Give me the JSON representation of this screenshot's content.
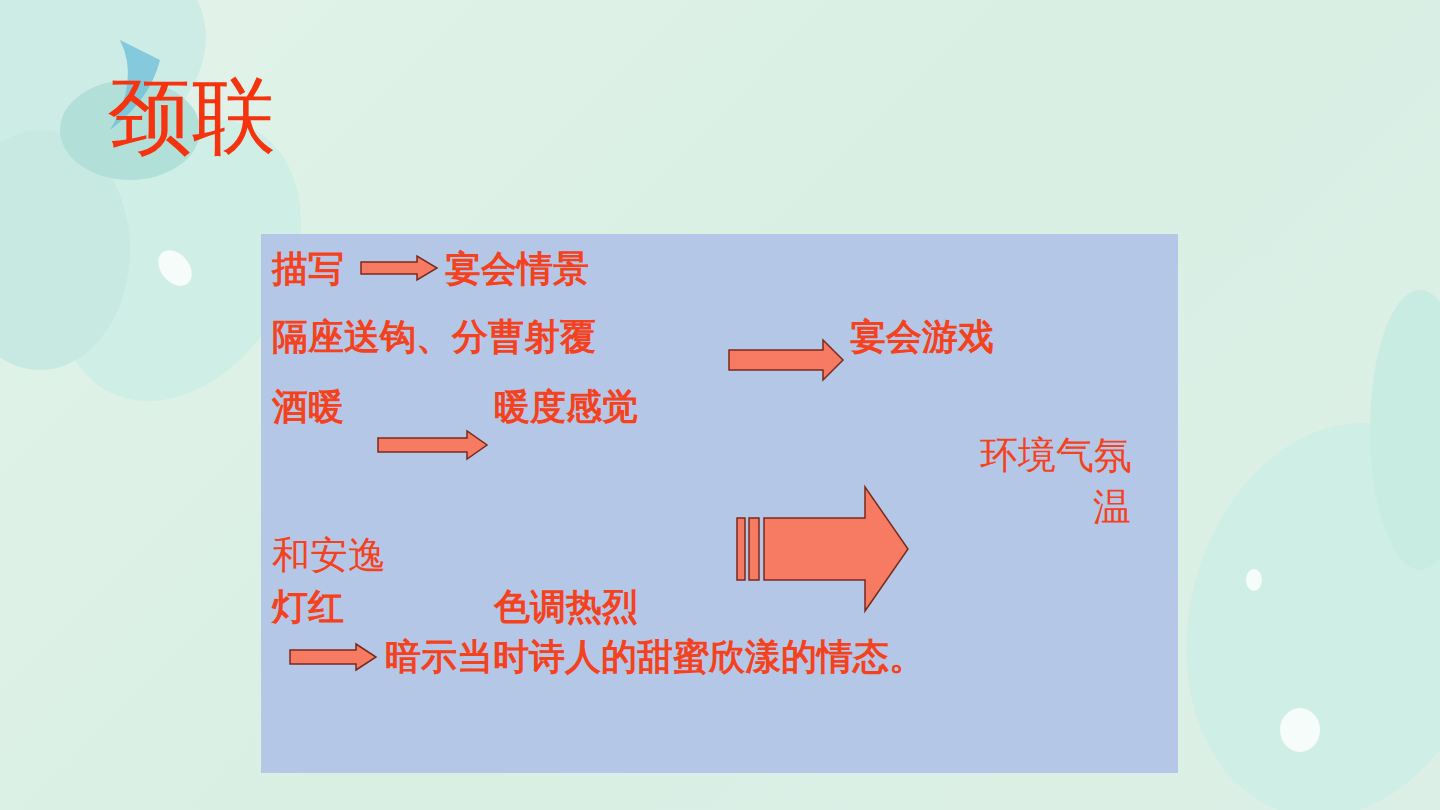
{
  "diagram": {
    "title": "颈联",
    "nodes": [
      {
        "text": [
          "描写",
          "宴会情景",
          "隔座送钩、分曹射覆",
          "宴会游戏",
          "酒暖",
          "暖度感觉",
          "环境气氛",
          "温",
          "和安逸",
          "灯红",
          "色调热烈",
          "暗示当时诗人的甜蜜欣漾的情态。"
        ]
      }
    ]
  }
}
